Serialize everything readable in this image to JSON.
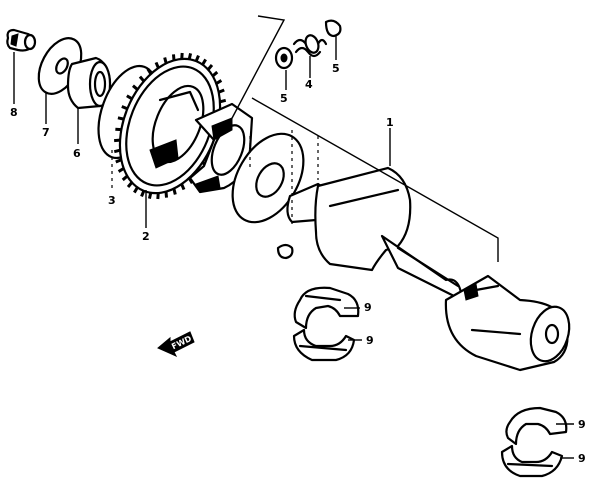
{
  "diagram": {
    "callouts": {
      "c1": "1",
      "c2": "2",
      "c3": "3",
      "c4": "4",
      "c5a": "5",
      "c5b": "5",
      "c6": "6",
      "c7": "7",
      "c8": "8",
      "c9a": "9",
      "c9b": "9",
      "c9c": "9",
      "c9d": "9"
    },
    "direction_label": "FWD"
  }
}
